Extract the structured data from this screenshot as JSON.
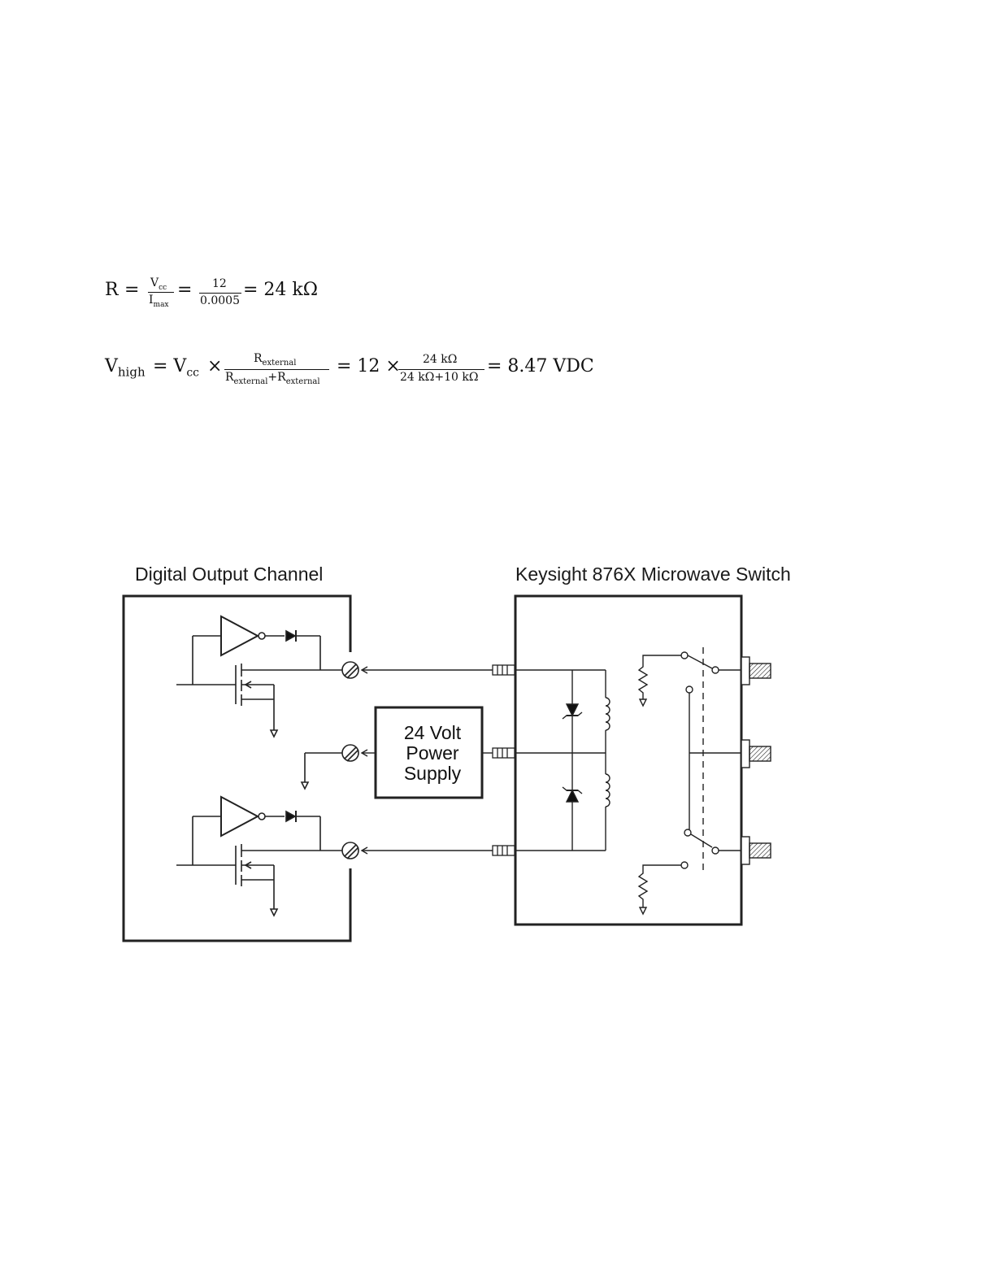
{
  "equation1": {
    "lhs": "R",
    "eq_sign": "=",
    "frac1_num": "V",
    "frac1_num_sub": "cc",
    "frac1_den": "I",
    "frac1_den_sub": "max",
    "frac2_num": "12",
    "frac2_den": "0.0005",
    "result": "= 24 kΩ"
  },
  "equation2": {
    "lhs": "V",
    "lhs_sub": "high",
    "rhs_start": "= V",
    "rhs_start_sub": "cc",
    "times": "×",
    "frac1_num": "R",
    "frac1_num_sub": "external",
    "frac1_den_a": "R",
    "frac1_den_a_sub": "external",
    "frac1_den_plus": "+R",
    "frac1_den_b_sub": "external",
    "mid": "= 12 ×",
    "frac2_num": "24 kΩ",
    "frac2_den": "24 kΩ+10 kΩ",
    "result": "= 8.47 VDC"
  },
  "diagram": {
    "left_title": "Digital Output Channel",
    "right_title": "Keysight 876X Microwave Switch",
    "power_supply_lines": [
      "24 Volt",
      "Power",
      "Supply"
    ]
  }
}
